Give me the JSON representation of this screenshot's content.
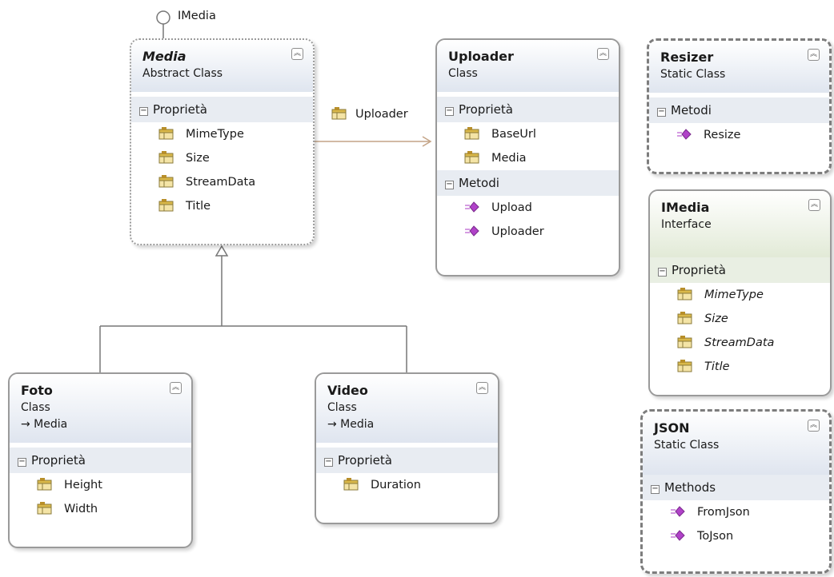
{
  "lollipop_label": "IMedia",
  "association_label": "Uploader",
  "classes": {
    "media": {
      "name": "Media",
      "kind": "Abstract Class",
      "prop_header": "Proprietà",
      "properties": [
        "MimeType",
        "Size",
        "StreamData",
        "Title"
      ]
    },
    "uploader": {
      "name": "Uploader",
      "kind": "Class",
      "prop_header": "Proprietà",
      "properties": [
        "BaseUrl",
        "Media"
      ],
      "meth_header": "Metodi",
      "methods": [
        "Upload",
        "Uploader"
      ]
    },
    "resizer": {
      "name": "Resizer",
      "kind": "Static Class",
      "meth_header": "Metodi",
      "methods": [
        "Resize"
      ]
    },
    "imedia": {
      "name": "IMedia",
      "kind": "Interface",
      "prop_header": "Proprietà",
      "properties": [
        "MimeType",
        "Size",
        "StreamData",
        "Title"
      ]
    },
    "foto": {
      "name": "Foto",
      "kind": "Class",
      "inherits": "→ Media",
      "prop_header": "Proprietà",
      "properties": [
        "Height",
        "Width"
      ]
    },
    "video": {
      "name": "Video",
      "kind": "Class",
      "inherits": "→ Media",
      "prop_header": "Proprietà",
      "properties": [
        "Duration"
      ]
    },
    "json": {
      "name": "JSON",
      "kind": "Static Class",
      "meth_header": "Methods",
      "methods": [
        "FromJson",
        "ToJson"
      ]
    }
  },
  "icons": {
    "property": "property-icon",
    "method": "method-icon",
    "collapse": "double-chevron-up-icon"
  }
}
